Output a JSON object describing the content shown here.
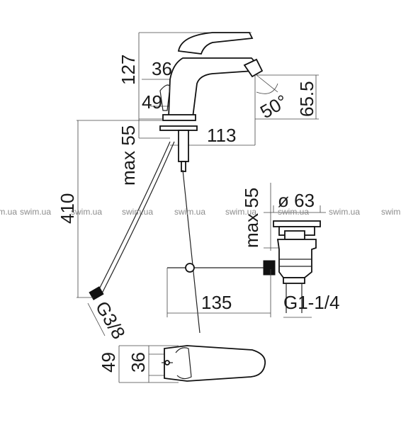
{
  "dimensions": {
    "height_total": "127",
    "spout_offset": "36",
    "body_height": "49",
    "max_deck": "max 55",
    "spout_reach": "113",
    "spray_angle": "50°",
    "nozzle_height": "65.5",
    "hose_length": "410",
    "hose_thread": "G3/8",
    "waste_max": "max 55",
    "waste_diameter": "ø 63",
    "waste_reach": "135",
    "waste_thread": "G1-1/4",
    "top_depth_outer": "49",
    "top_depth_inner": "36"
  },
  "watermarks": [
    "swim.ua",
    "swim.ua",
    "swim.ua",
    "swim.ua",
    "swim.ua",
    "swim.ua",
    "swim.ua",
    "swim.ua",
    "swim.ua"
  ]
}
